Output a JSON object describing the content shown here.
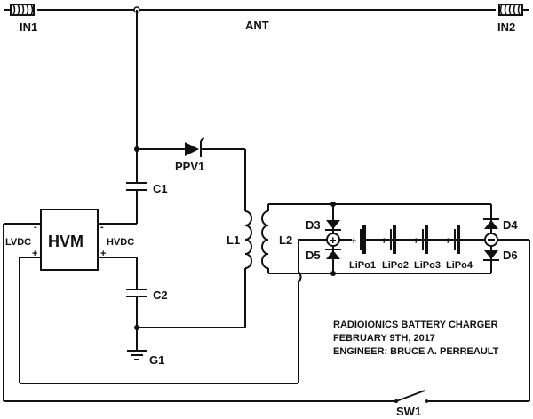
{
  "labels": {
    "in1": "IN1",
    "in2": "IN2",
    "ant": "ANT",
    "ppv1": "PPV1",
    "c1": "C1",
    "c2": "C2",
    "hvm": "HVM",
    "lvdc": "LVDC",
    "hvdc": "HVDC",
    "l1": "L1",
    "l2": "L2",
    "d3": "D3",
    "d4": "D4",
    "d5": "D5",
    "d6": "D6",
    "g1": "G1",
    "sw1": "SW1",
    "lipo1": "LiPo1",
    "lipo2": "LiPo2",
    "lipo3": "LiPo3",
    "lipo4": "LiPo4",
    "plus": "+",
    "minus": "-"
  },
  "title_block": {
    "line1": "RADIOIONICS BATTERY CHARGER",
    "line2": "FEBRUARY 9TH, 2017",
    "line3": "ENGINEER: BRUCE A. PERREAULT"
  }
}
